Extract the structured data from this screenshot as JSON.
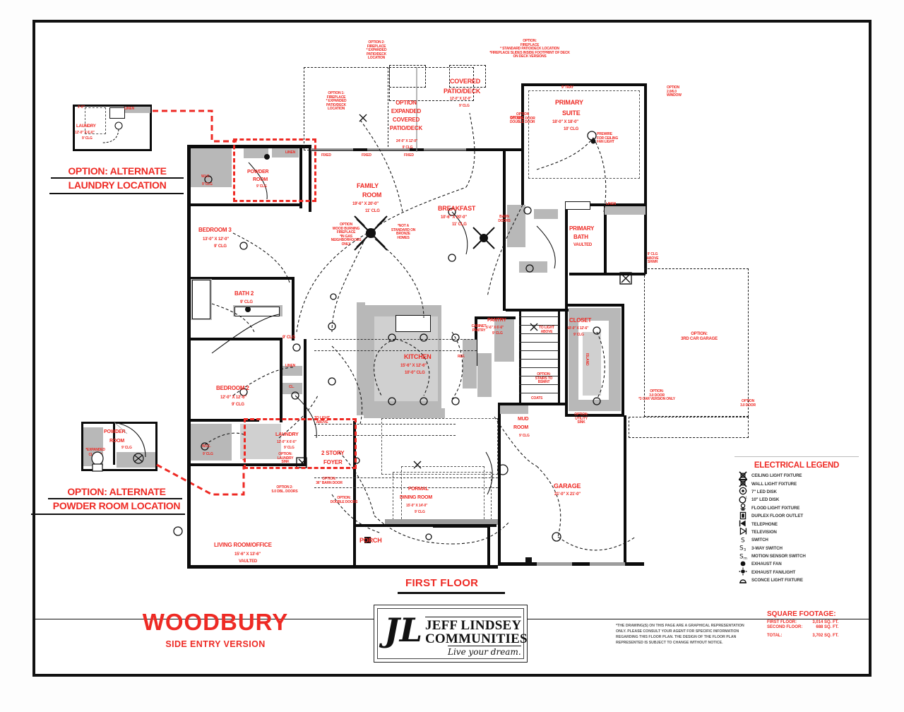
{
  "sheet": {
    "plan_name": "WOODBURY",
    "plan_version": "SIDE ENTRY VERSION",
    "floor_label": "FIRST FLOOR"
  },
  "logo": {
    "monogram": "JL",
    "line1": "JEFF LINDSEY",
    "line2": "COMMUNITIES",
    "tagline": "Live your dream."
  },
  "disclaimer": "*THE DRAWING(S) ON THIS PAGE ARE A GRAPHICAL REPRESENTATION ONLY. PLEASE CONSULT YOUR AGENT FOR SPECIFIC INFORMATION REGARDING THIS FLOOR PLAN. THE DESIGN OF THE FLOOR PLAN REPRESENTED IS SUBJECT TO CHANGE WITHOUT NOTICE.",
  "square_footage": {
    "title": "SQUARE FOOTAGE:",
    "rows": [
      {
        "label": "FIRST FLOOR:",
        "value": "3,014 SQ. FT."
      },
      {
        "label": "SECOND FLOOR:",
        "value": "688 SQ. FT."
      }
    ],
    "total": {
      "label": "TOTAL:",
      "value": "3,702 SQ. FT."
    }
  },
  "legend": {
    "title": "ELECTRICAL LEGEND",
    "items": [
      {
        "icon": "ceiling-light-fixture",
        "glyph": "⌧",
        "label": "CEILING LIGHT FIXTURE"
      },
      {
        "icon": "wall-light-fixture",
        "glyph": "⌧",
        "label": "WALL LIGHT FIXTURE"
      },
      {
        "icon": "led-disk-7",
        "glyph": "☉",
        "label": "7\" LED DISK"
      },
      {
        "icon": "led-disk-10",
        "glyph": "○",
        "label": "10\" LED DISK"
      },
      {
        "icon": "flood-light-fixture",
        "glyph": "♁",
        "label": "FLOOD LIGHT FIXTURE"
      },
      {
        "icon": "duplex-floor-outlet",
        "glyph": "▣",
        "label": "DUPLEX FLOOR OUTLET"
      },
      {
        "icon": "telephone",
        "glyph": "◀",
        "label": "TELEPHONE"
      },
      {
        "icon": "television",
        "glyph": "◁",
        "label": "TELEVISION"
      },
      {
        "icon": "switch",
        "glyph": "S",
        "label": "SWITCH"
      },
      {
        "icon": "three-way-switch",
        "glyph": "S₃",
        "label": "3-WAY SWITCH"
      },
      {
        "icon": "motion-sensor-switch",
        "glyph": "Sₘ",
        "label": "MOTION SENSOR SWITCH"
      },
      {
        "icon": "exhaust-fan",
        "glyph": "⬤",
        "label": "EXHAUST FAN"
      },
      {
        "icon": "exhaust-fan-light",
        "glyph": "✦",
        "label": "EXHAUST FAN/LIGHT"
      },
      {
        "icon": "sconce-light-fixture",
        "glyph": "◑",
        "label": "SCONCE LIGHT FIXTURE"
      }
    ]
  },
  "annotations": [
    {
      "name": "alternate-laundry",
      "line1": "OPTION: ALTERNATE",
      "line2": "LAUNDRY LOCATION"
    },
    {
      "name": "alternate-powder-room",
      "line1": "OPTION: ALTERNATE",
      "line2": "POWDER ROOM LOCATION"
    }
  ],
  "inset_laundry": {
    "room": "LAUNDRY",
    "dims": "12'-0\" X 6'-0\"",
    "clg": "9' CLG"
  },
  "inset_powder": {
    "room_line1": "POWDER",
    "room_line2": "ROOM",
    "clg": "9' CLG",
    "note": "*EXPANDED CLOSET"
  },
  "rooms": [
    {
      "name": "primary-suite",
      "title_lines": [
        "PRIMARY",
        "SUITE"
      ],
      "dims": "18'-0\" X 18'-0\"",
      "clg": "10' CLG"
    },
    {
      "name": "family-room",
      "title_lines": [
        "FAMILY",
        "ROOM"
      ],
      "dims": "19'-6\" X 20'-0\"",
      "clg": "11' CLG"
    },
    {
      "name": "breakfast",
      "title_lines": [
        "BREAKFAST"
      ],
      "dims": "10'-6\" X 20'-0\"",
      "clg": "11' CLG"
    },
    {
      "name": "kitchen",
      "title_lines": [
        "KITCHEN"
      ],
      "dims": "15'-6\" X 12'-6\"",
      "clg": "10'-0\" CLG"
    },
    {
      "name": "bedroom-3",
      "title_lines": [
        "BEDROOM 3"
      ],
      "dims": "13'-0\" X 12'-0\"",
      "clg": "9' CLG"
    },
    {
      "name": "bedroom-2",
      "title_lines": [
        "BEDROOM 2"
      ],
      "dims": "12'-0\" X 12'-6\"",
      "clg": "9' CLG"
    },
    {
      "name": "bath-2",
      "title_lines": [
        "BATH 2"
      ],
      "dims": "",
      "clg": "9' CLG"
    },
    {
      "name": "powder-room",
      "title_lines": [
        "POWDER",
        "ROOM"
      ],
      "dims": "",
      "clg": "9' CLG"
    },
    {
      "name": "primary-bath",
      "title_lines": [
        "PRIMARY",
        "BATH"
      ],
      "dims": "",
      "clg": "VAULTED"
    },
    {
      "name": "closet",
      "title_lines": [
        "CLOSET"
      ],
      "dims": "10'-0\" X 12'-6\"",
      "clg": "9' CLG"
    },
    {
      "name": "laundry",
      "title_lines": [
        "LAUNDRY"
      ],
      "dims": "12'-0\" X 6'-0\"",
      "clg": "9' CLG"
    },
    {
      "name": "mud-room",
      "title_lines": [
        "MUD",
        "ROOM"
      ],
      "dims": "",
      "clg": "9' CLG"
    },
    {
      "name": "pantry",
      "title_lines": [
        "PANTRY"
      ],
      "dims": "5'-6\" X 6'-6\"",
      "clg": "9' CLG"
    },
    {
      "name": "garage",
      "title_lines": [
        "GARAGE"
      ],
      "dims": "21'-0\" X 21'-0\"",
      "clg": ""
    },
    {
      "name": "living-room-office",
      "title_lines": [
        "LIVING ROOM/OFFICE"
      ],
      "dims": "15'-6\" X 13'-6\"",
      "clg": "VAULTED"
    },
    {
      "name": "formal-dining-room",
      "title_lines": [
        "FORMAL",
        "DINING ROOM"
      ],
      "dims": "15'-0\" X 14'-0\"",
      "clg": "9' CLG"
    },
    {
      "name": "two-story-foyer",
      "title_lines": [
        "2 STORY",
        "FOYER"
      ],
      "dims": "",
      "clg": ""
    },
    {
      "name": "porch",
      "title_lines": [
        "PORCH"
      ],
      "dims": "",
      "clg": ""
    },
    {
      "name": "covered-patio-deck",
      "title_lines": [
        "COVERED",
        "PATIO/DECK"
      ],
      "dims": "12'-0\" X 12'-0\"",
      "clg": "9' CLG"
    }
  ],
  "notes": {
    "option_fireplace_2": "OPTION 2:\nFIREPLACE\n* EXPANDED\nPATIO/DECK\nLOCATION",
    "option_fireplace_1": "OPTION 1:\nFIREPLACE\n* EXPANDED\nPATIO/DECK\nLOCATION",
    "option_fireplace_std": "OPTION:\nFIREPLACE\n* STANDARD PATIO/DECK LOCATION\n*FIREPLACE SLIDES INSIDE FOOTPRINT OF DECK ON DECK VERSIONS",
    "option_expanded_covered_patio": "OPTION\nEXPANDED\nCOVERED\nPATIO/DECK",
    "option_expanded_covered_patio_dims": "24'-0\" X 12'-0\"",
    "option_expanded_covered_patio_clg": "9' CLG",
    "option_double_door": "OPTION\nDOUBLE DOOR",
    "option_window": "OPTION\n2.0/6.0\nWINDOW",
    "tray": "9' TRAY",
    "prewire_fan": "PREWIRE\nFOR CEILING\nFAN LIGHT",
    "option_wood_burning_fireplace": "OPTION\nWOOD BURNING\nFIREPLACE\n*IN GAS\nNEIGHBORHOODS\nONLY",
    "not_a_standard": "*NOT A\nSTANDARD ON\nBRONZE\nHOMES",
    "barn_doors": "BARN\nDOORS",
    "linen": "LINEN",
    "cl": "CL.",
    "wic": "W.I.C.",
    "clg9": "9' CLG",
    "clg9_above_shwr": "9' CLG\nABOVE\nSHWR",
    "island": "ISLAND",
    "ref": "REF.",
    "cabinet_pantry": "CABINET\nPANTRY",
    "to_light_above": "TO LIGHT\nABOVE",
    "option_stairs_bsmnt": "OPTION:\nSTAIRS TO\nBSMNT",
    "coats": "COATS",
    "option_utility_sink": "OPTION:\nUTILITY\nSINK",
    "option_3rd_car_garage": "OPTION:\n3RD CAR GARAGE",
    "option_30_door": "OPTION:\n3.0 DOOR\n*3 CAR VERSION ONLY",
    "option_30_door_right": "OPTION\n3.0 DOOR",
    "option_laundry_sink": "OPTION:\nLAUNDRY\nSINK",
    "option_2_dbl_doors": "OPTION 2:\n5.0 DBL. DOORS",
    "option_barn_door": "OPTION:\n36\" BARN DOOR",
    "option_double_doors": "OPTION:\nDOUBLE DOORS",
    "fixed": "FIXED"
  },
  "colors": {
    "red": "#ee2a24",
    "wall": "#0b0b0b",
    "grey_fill": "#b8b8b8"
  }
}
